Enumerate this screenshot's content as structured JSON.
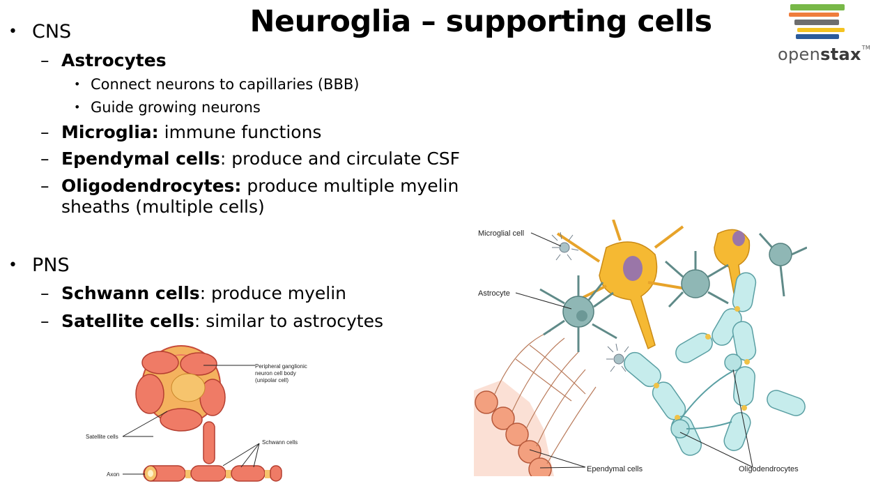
{
  "title": "Neuroglia – supporting cells",
  "logo": {
    "text_open": "open",
    "text_stax": "stax",
    "tm": "TM",
    "stripe_colors": [
      "#78b848",
      "#ef7d3c",
      "#6e6e6e",
      "#f4c321",
      "#2b5b9a"
    ]
  },
  "cns": {
    "heading": "CNS",
    "astrocytes": {
      "name": "Astrocytes",
      "subpoints": [
        "Connect neurons to capillaries (BBB)",
        "Guide growing neurons"
      ]
    },
    "microglia": {
      "name": "Microglia:",
      "desc": " immune functions"
    },
    "ependymal": {
      "name": "Ependymal cells",
      "desc": ": produce and circulate CSF"
    },
    "oligodendrocytes": {
      "name": "Oligodendrocytes:",
      "desc": " produce multiple myelin",
      "desc2": "sheaths (multiple cells)"
    }
  },
  "pns": {
    "heading": "PNS",
    "schwann": {
      "name": "Schwann cells",
      "desc": ": produce myelin"
    },
    "satellite": {
      "name": "Satellite cells",
      "desc": ": similar to astrocytes"
    }
  },
  "figure_pns": {
    "labels": {
      "ganglionic_1": "Peripheral ganglionic",
      "ganglionic_2": "neuron cell body",
      "ganglionic_3": "(unipolar cell)",
      "satellite": "Satellite cells",
      "schwann": "Schwann cells",
      "axon": "Axon"
    }
  },
  "figure_cns": {
    "labels": {
      "microglial": "Microglial cell",
      "astrocyte": "Astrocyte",
      "ependymal": "Ependymal cells",
      "oligodendrocytes": "Oligodendrocytes"
    }
  }
}
